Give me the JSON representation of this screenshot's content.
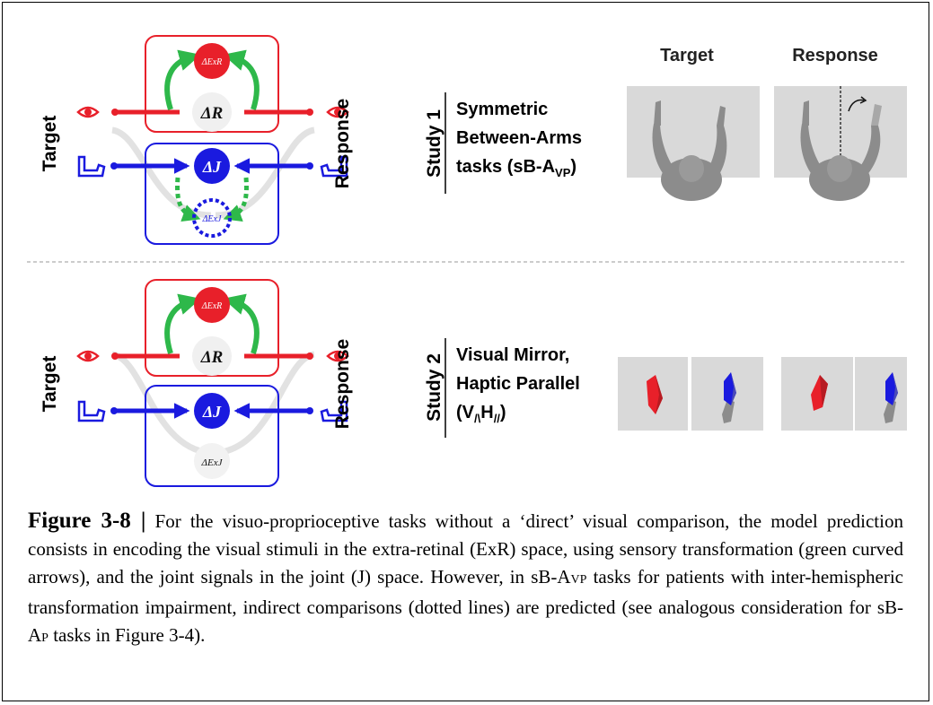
{
  "panel_top": {
    "side_left": "Target",
    "side_right": "Response",
    "circle_top": "ΔExR",
    "circle_mid": "ΔR",
    "circle_joint": "ΔJ",
    "circle_bottom": "ΔExJ",
    "study": "Study 1",
    "task_line1": "Symmetric",
    "task_line2": "Between-Arms",
    "task_line3_pre": "tasks (sB-A",
    "task_line3_sub": "VP",
    "task_line3_post": ")",
    "col_target": "Target",
    "col_response": "Response"
  },
  "panel_bottom": {
    "side_left": "Target",
    "side_right": "Response",
    "circle_top": "ΔExR",
    "circle_mid": "ΔR",
    "circle_joint": "ΔJ",
    "circle_bottom": "ΔExJ",
    "study": "Study 2",
    "task_line1": "Visual Mirror,",
    "task_line2": "Haptic Parallel",
    "task_line3_pre": "(V",
    "task_line3_sub1": "/\\",
    "task_line3_mid": "H",
    "task_line3_sub2": "//",
    "task_line3_post": ")"
  },
  "caption": {
    "label": "Figure 3-8 |",
    "t1": " For the visuo-proprioceptive tasks without a ‘direct’ visual comparison, the model prediction consists in encoding the visual stimuli in the extra-retinal (ExR) space, using sensory transformation (green curved arrows), and the joint signals in the joint (J) space. However, in sB-A",
    "s1": "VP",
    "t2": " tasks for patients with inter-hemispheric transformation impairment, indirect comparisons (dotted lines) are predicted (see analogous consideration for sB-A",
    "s2": "P",
    "t3": " tasks in Figure 3-4)."
  },
  "colors": {
    "red": "#e8202a",
    "blue": "#1a1adf",
    "green": "#2eb84a",
    "gray_panel": "#d9d9d9",
    "figure_gray": "#8c8c8c"
  }
}
